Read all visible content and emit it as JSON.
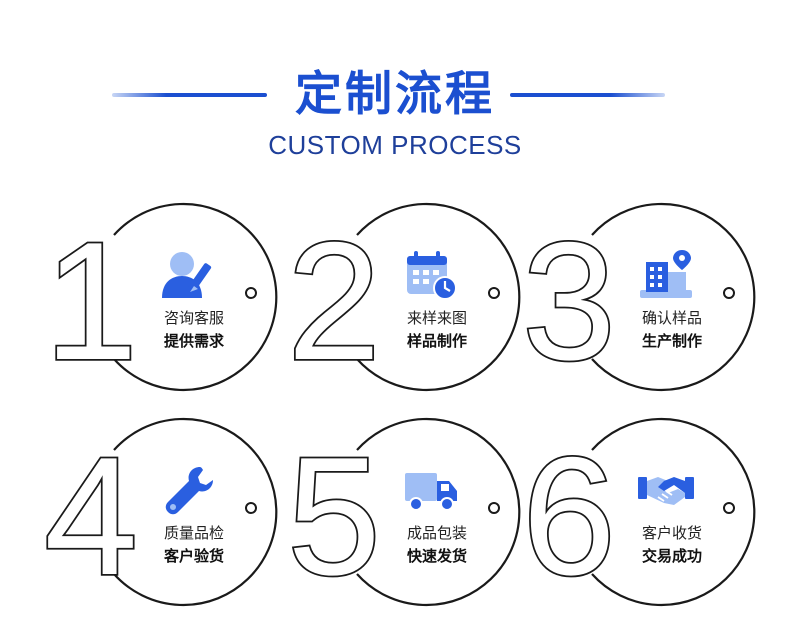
{
  "header": {
    "title_cn": "定制流程",
    "title_en": "CUSTOM PROCESS"
  },
  "colors": {
    "accent": "#1b4fd0",
    "ring": "#1a1a1a",
    "icon_light": "#9fbef5",
    "icon_dark": "#2a5fe0"
  },
  "steps": [
    {
      "number": "1",
      "line1": "咨询客服",
      "line2": "提供需求",
      "icon": "customer-service-icon"
    },
    {
      "number": "2",
      "line1": "来样来图",
      "line2": "样品制作",
      "icon": "calendar-clock-icon"
    },
    {
      "number": "3",
      "line1": "确认样品",
      "line2": "生产制作",
      "icon": "factory-icon"
    },
    {
      "number": "4",
      "line1": "质量品检",
      "line2": "客户验货",
      "icon": "wrench-icon"
    },
    {
      "number": "5",
      "line1": "成品包装",
      "line2": "快速发货",
      "icon": "delivery-truck-icon"
    },
    {
      "number": "6",
      "line1": "客户收货",
      "line2": "交易成功",
      "icon": "handshake-icon"
    }
  ]
}
